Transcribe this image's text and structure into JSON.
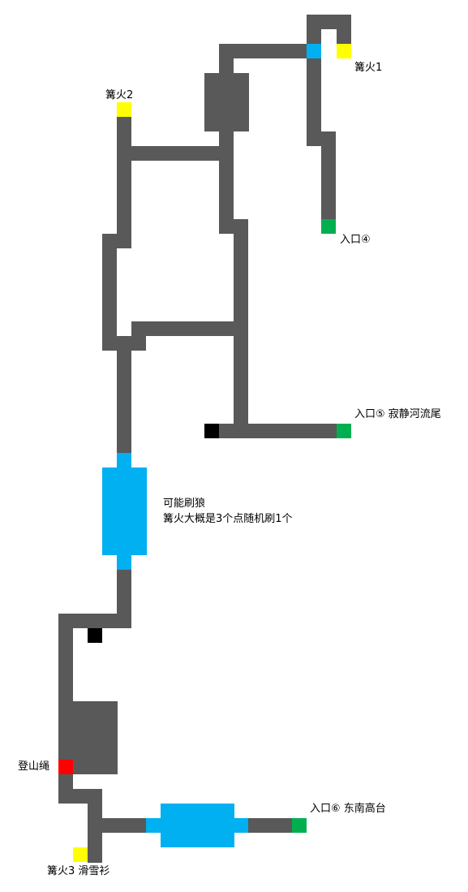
{
  "colors": {
    "path": "#595959",
    "zone": "#00b0f0",
    "bonfire": "#ffff00",
    "entrance": "#00b050",
    "blocked": "#000000",
    "rope": "#ff0000",
    "background": "#ffffff"
  },
  "labels": {
    "bonfire1": "篝火1",
    "bonfire2": "篝火2",
    "entrance4": "入口④",
    "entrance5": "入口⑤  寂静河流尾",
    "wolf_line1": "可能刷狼",
    "wolf_line2": "篝火大概是3个点随机刷1个",
    "rope": "登山绳",
    "entrance6": "入口⑥  东南高台",
    "bonfire3": "篝火3  滑雪衫"
  }
}
